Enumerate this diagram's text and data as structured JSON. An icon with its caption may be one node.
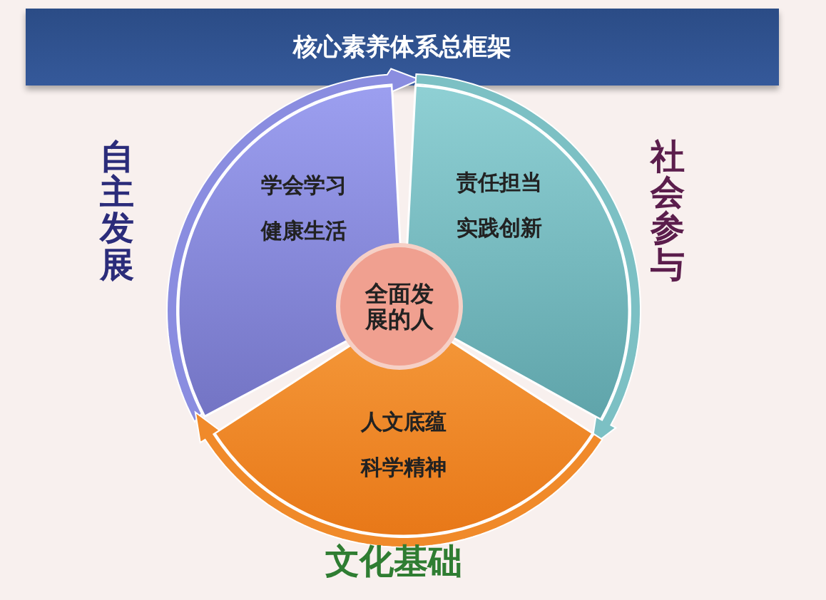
{
  "diagram": {
    "title": "核心素养体系总框架",
    "nodes": [
      {
        "text": [
          "学会学习",
          "健康生活"
        ],
        "beside": [
          "自主发展"
        ]
      },
      {
        "text": [
          "责任担当",
          "实践创新"
        ],
        "beside": [
          "社会参与"
        ]
      },
      {
        "text": [
          "人文底蕴",
          "科学精神"
        ],
        "beside": [
          "文化基础"
        ]
      },
      {
        "text": [
          "全面发展的人"
        ]
      }
    ]
  }
}
